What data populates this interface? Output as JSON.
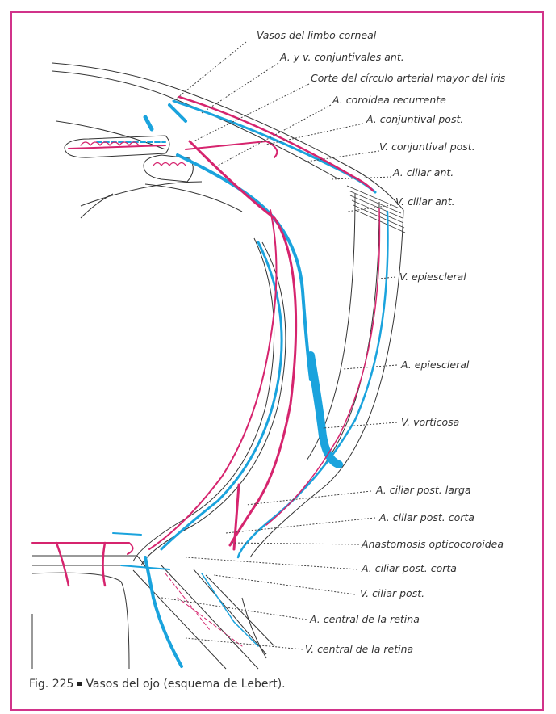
{
  "figure": {
    "caption_number": "Fig. 225",
    "caption_text": "Vasos del ojo (esquema de Lebert).",
    "colors": {
      "frame": "#d1338a",
      "artery": "#d6246e",
      "vein": "#1aa3dd",
      "outline": "#333333"
    }
  },
  "labels": {
    "limbo": "Vasos del limbo corneal",
    "conj_ant": "A. y v. conjuntivales ant.",
    "circulo": "Corte del círculo arterial mayor del iris",
    "coroidea": "A. coroidea recurrente",
    "a_conj_post": "A. conjuntival post.",
    "v_conj_post": "V. conjuntival post.",
    "a_ciliar_ant": "A. ciliar ant.",
    "v_ciliar_ant": "V. ciliar ant.",
    "v_epiescleral": "V. epiescleral",
    "a_epiescleral": "A. epiescleral",
    "v_vorticosa": "V. vorticosa",
    "a_ciliar_larga": "A. ciliar post. larga",
    "a_ciliar_corta_1": "A. ciliar post. corta",
    "anastomosis": "Anastomosis opticocoroidea",
    "a_ciliar_corta_2": "A. ciliar post. corta",
    "v_ciliar_post": "V. ciliar post.",
    "a_central": "A. central de la retina",
    "v_central": "V. central de la retina"
  }
}
